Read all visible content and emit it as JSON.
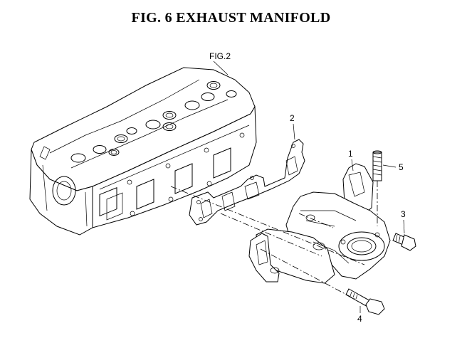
{
  "figure": {
    "title": "FIG. 6  EXHAUST MANIFOLD"
  },
  "reference_label": "FIG.2",
  "callouts": [
    {
      "number": "1",
      "part": "exhaust-manifold"
    },
    {
      "number": "2",
      "part": "gasket"
    },
    {
      "number": "3",
      "part": "bolt"
    },
    {
      "number": "4",
      "part": "bolt"
    },
    {
      "number": "5",
      "part": "stud"
    }
  ]
}
